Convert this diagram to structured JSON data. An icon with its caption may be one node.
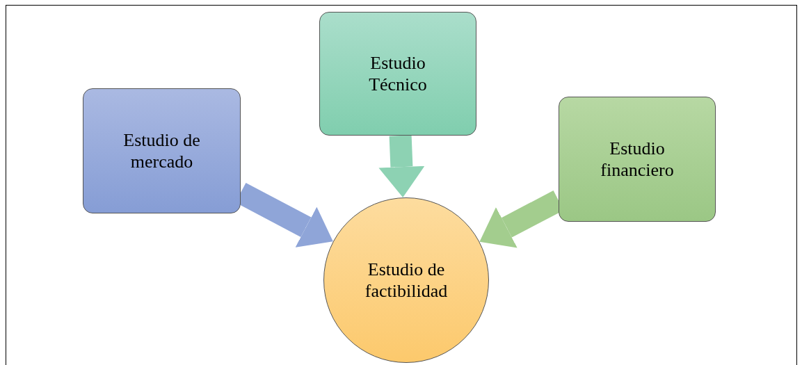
{
  "diagram": {
    "nodes": [
      {
        "text": [
          "Estudio de mercado"
        ]
      },
      {
        "text": [
          "Estudio Técnico"
        ]
      },
      {
        "text": [
          "Estudio financiero"
        ]
      },
      {
        "text": [
          "Estudio de factibilidad"
        ]
      }
    ],
    "edges": [
      {
        "from": 0,
        "to": 3,
        "arrow": "to",
        "color": "#8fa5d8"
      },
      {
        "from": 1,
        "to": 3,
        "arrow": "to",
        "color": "#8dd2b3"
      },
      {
        "from": 2,
        "to": 3,
        "arrow": "to",
        "color": "#a3cd8e"
      }
    ]
  }
}
